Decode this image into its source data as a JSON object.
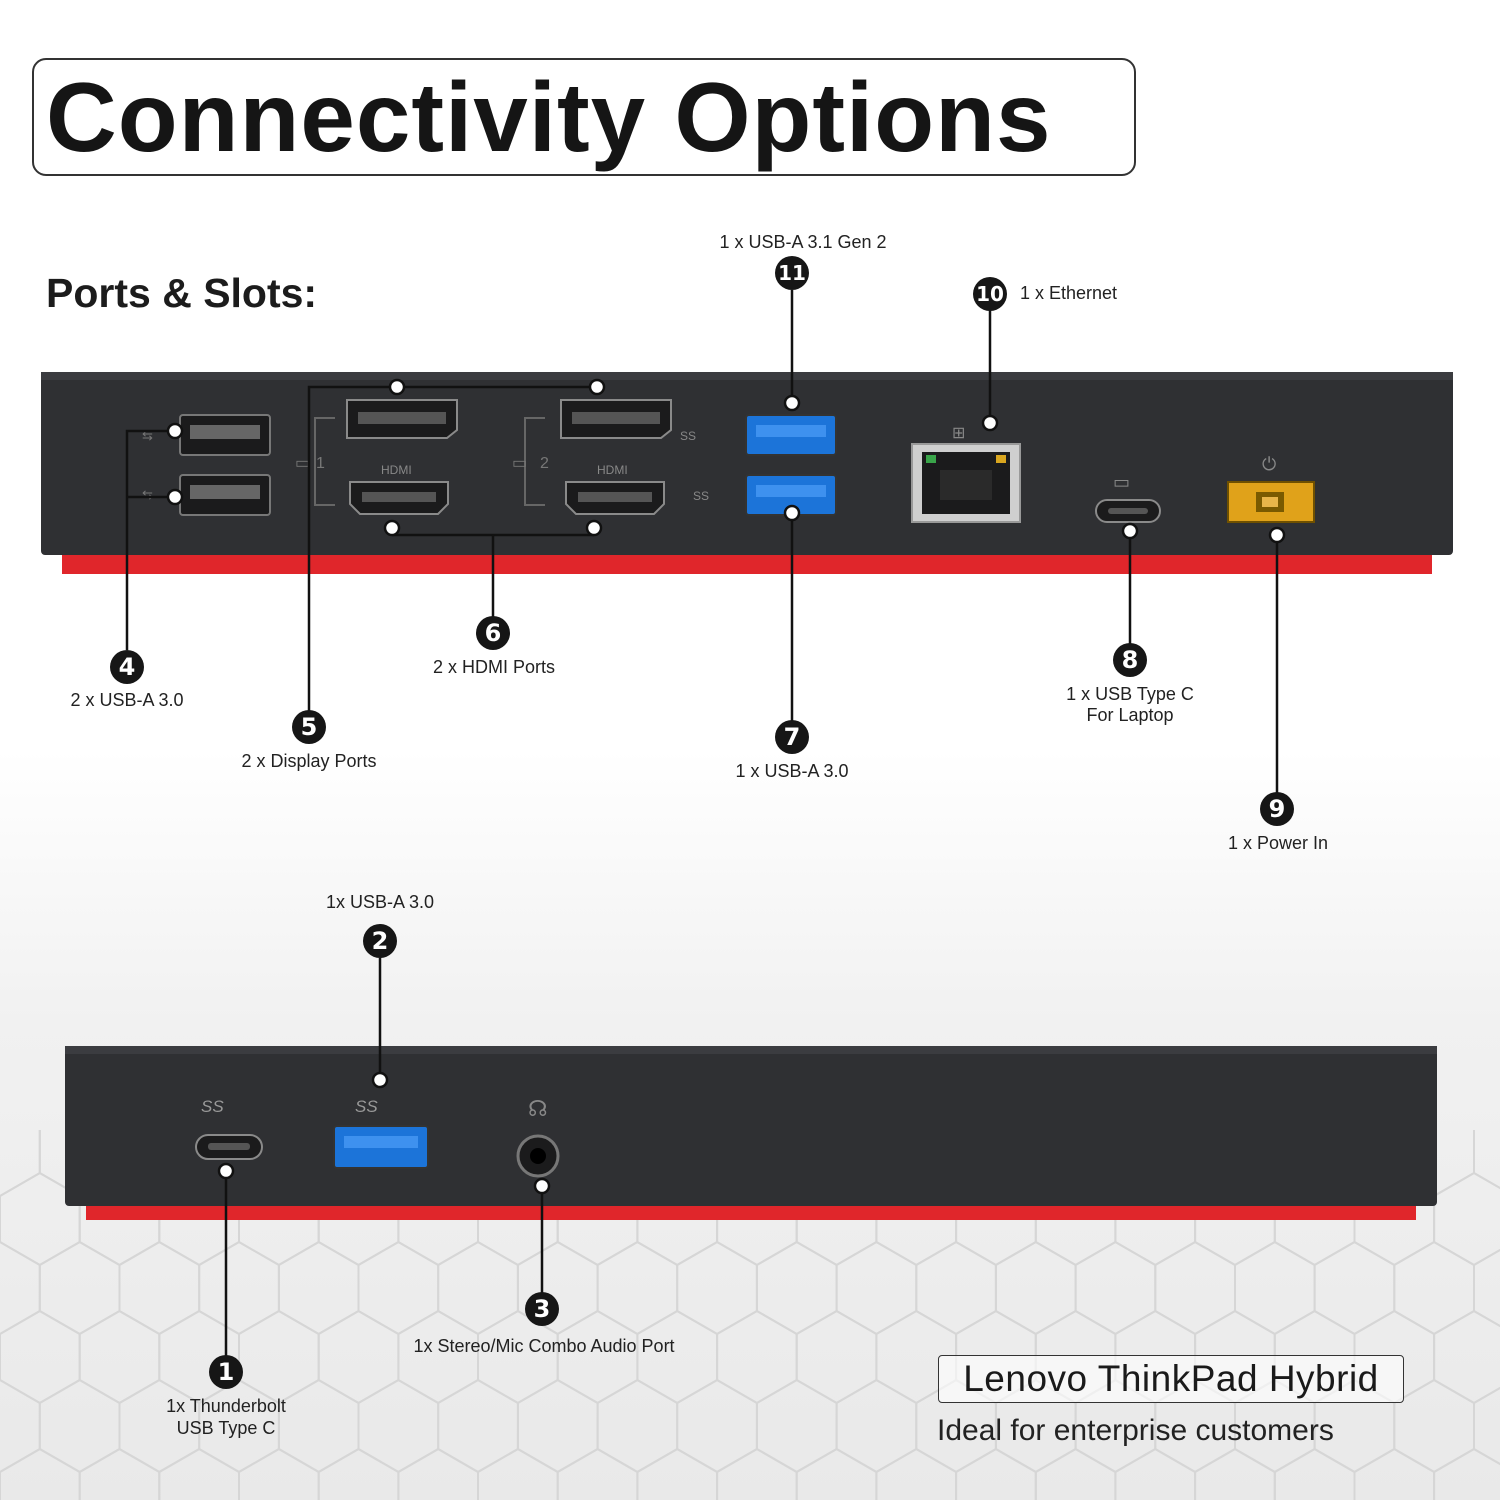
{
  "title": "Connectivity Options",
  "subtitle": "Ports & Slots:",
  "ports": [
    {
      "num": "1",
      "label": "1x Thunderbolt",
      "label2": "USB Type C"
    },
    {
      "num": "2",
      "label": "1x USB-A 3.0"
    },
    {
      "num": "3",
      "label": "1x Stereo/Mic Combo Audio Port"
    },
    {
      "num": "4",
      "label": "2 x USB-A 3.0"
    },
    {
      "num": "5",
      "label": "2 x Display Ports"
    },
    {
      "num": "6",
      "label": "2 x HDMI Ports"
    },
    {
      "num": "7",
      "label": "1 x USB-A 3.0"
    },
    {
      "num": "8",
      "label": "1 x USB Type C",
      "label2": "For Laptop"
    },
    {
      "num": "9",
      "label": "1 x Power In"
    },
    {
      "num": "10",
      "label": "1 x Ethernet"
    },
    {
      "num": "11",
      "label": "1 x USB-A 3.1 Gen 2"
    }
  ],
  "device_marks": {
    "hdmi": "HDMI",
    "display1": "1",
    "display2": "2",
    "ss": "SS"
  },
  "brand": {
    "name": "Lenovo ThinkPad Hybrid",
    "tagline": "Ideal for enterprise customers"
  },
  "colors": {
    "dock_body": "#2f3033",
    "dock_red": "#e0262b",
    "usb_blue": "#1c74d9",
    "power_yellow": "#e0a21a"
  }
}
